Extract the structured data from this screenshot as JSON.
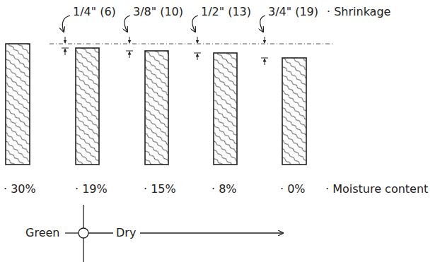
{
  "diagram": {
    "labels": [
      "1/4\" (6)",
      "3/8\" (10)",
      "1/2\" (13)",
      "3/4\" (19)",
      "· Shrinkage",
      "· 30%",
      "· 19%",
      "· 15%",
      "· 8%",
      "· 0%",
      "· Moisture content",
      "Green",
      "Dry"
    ]
  }
}
